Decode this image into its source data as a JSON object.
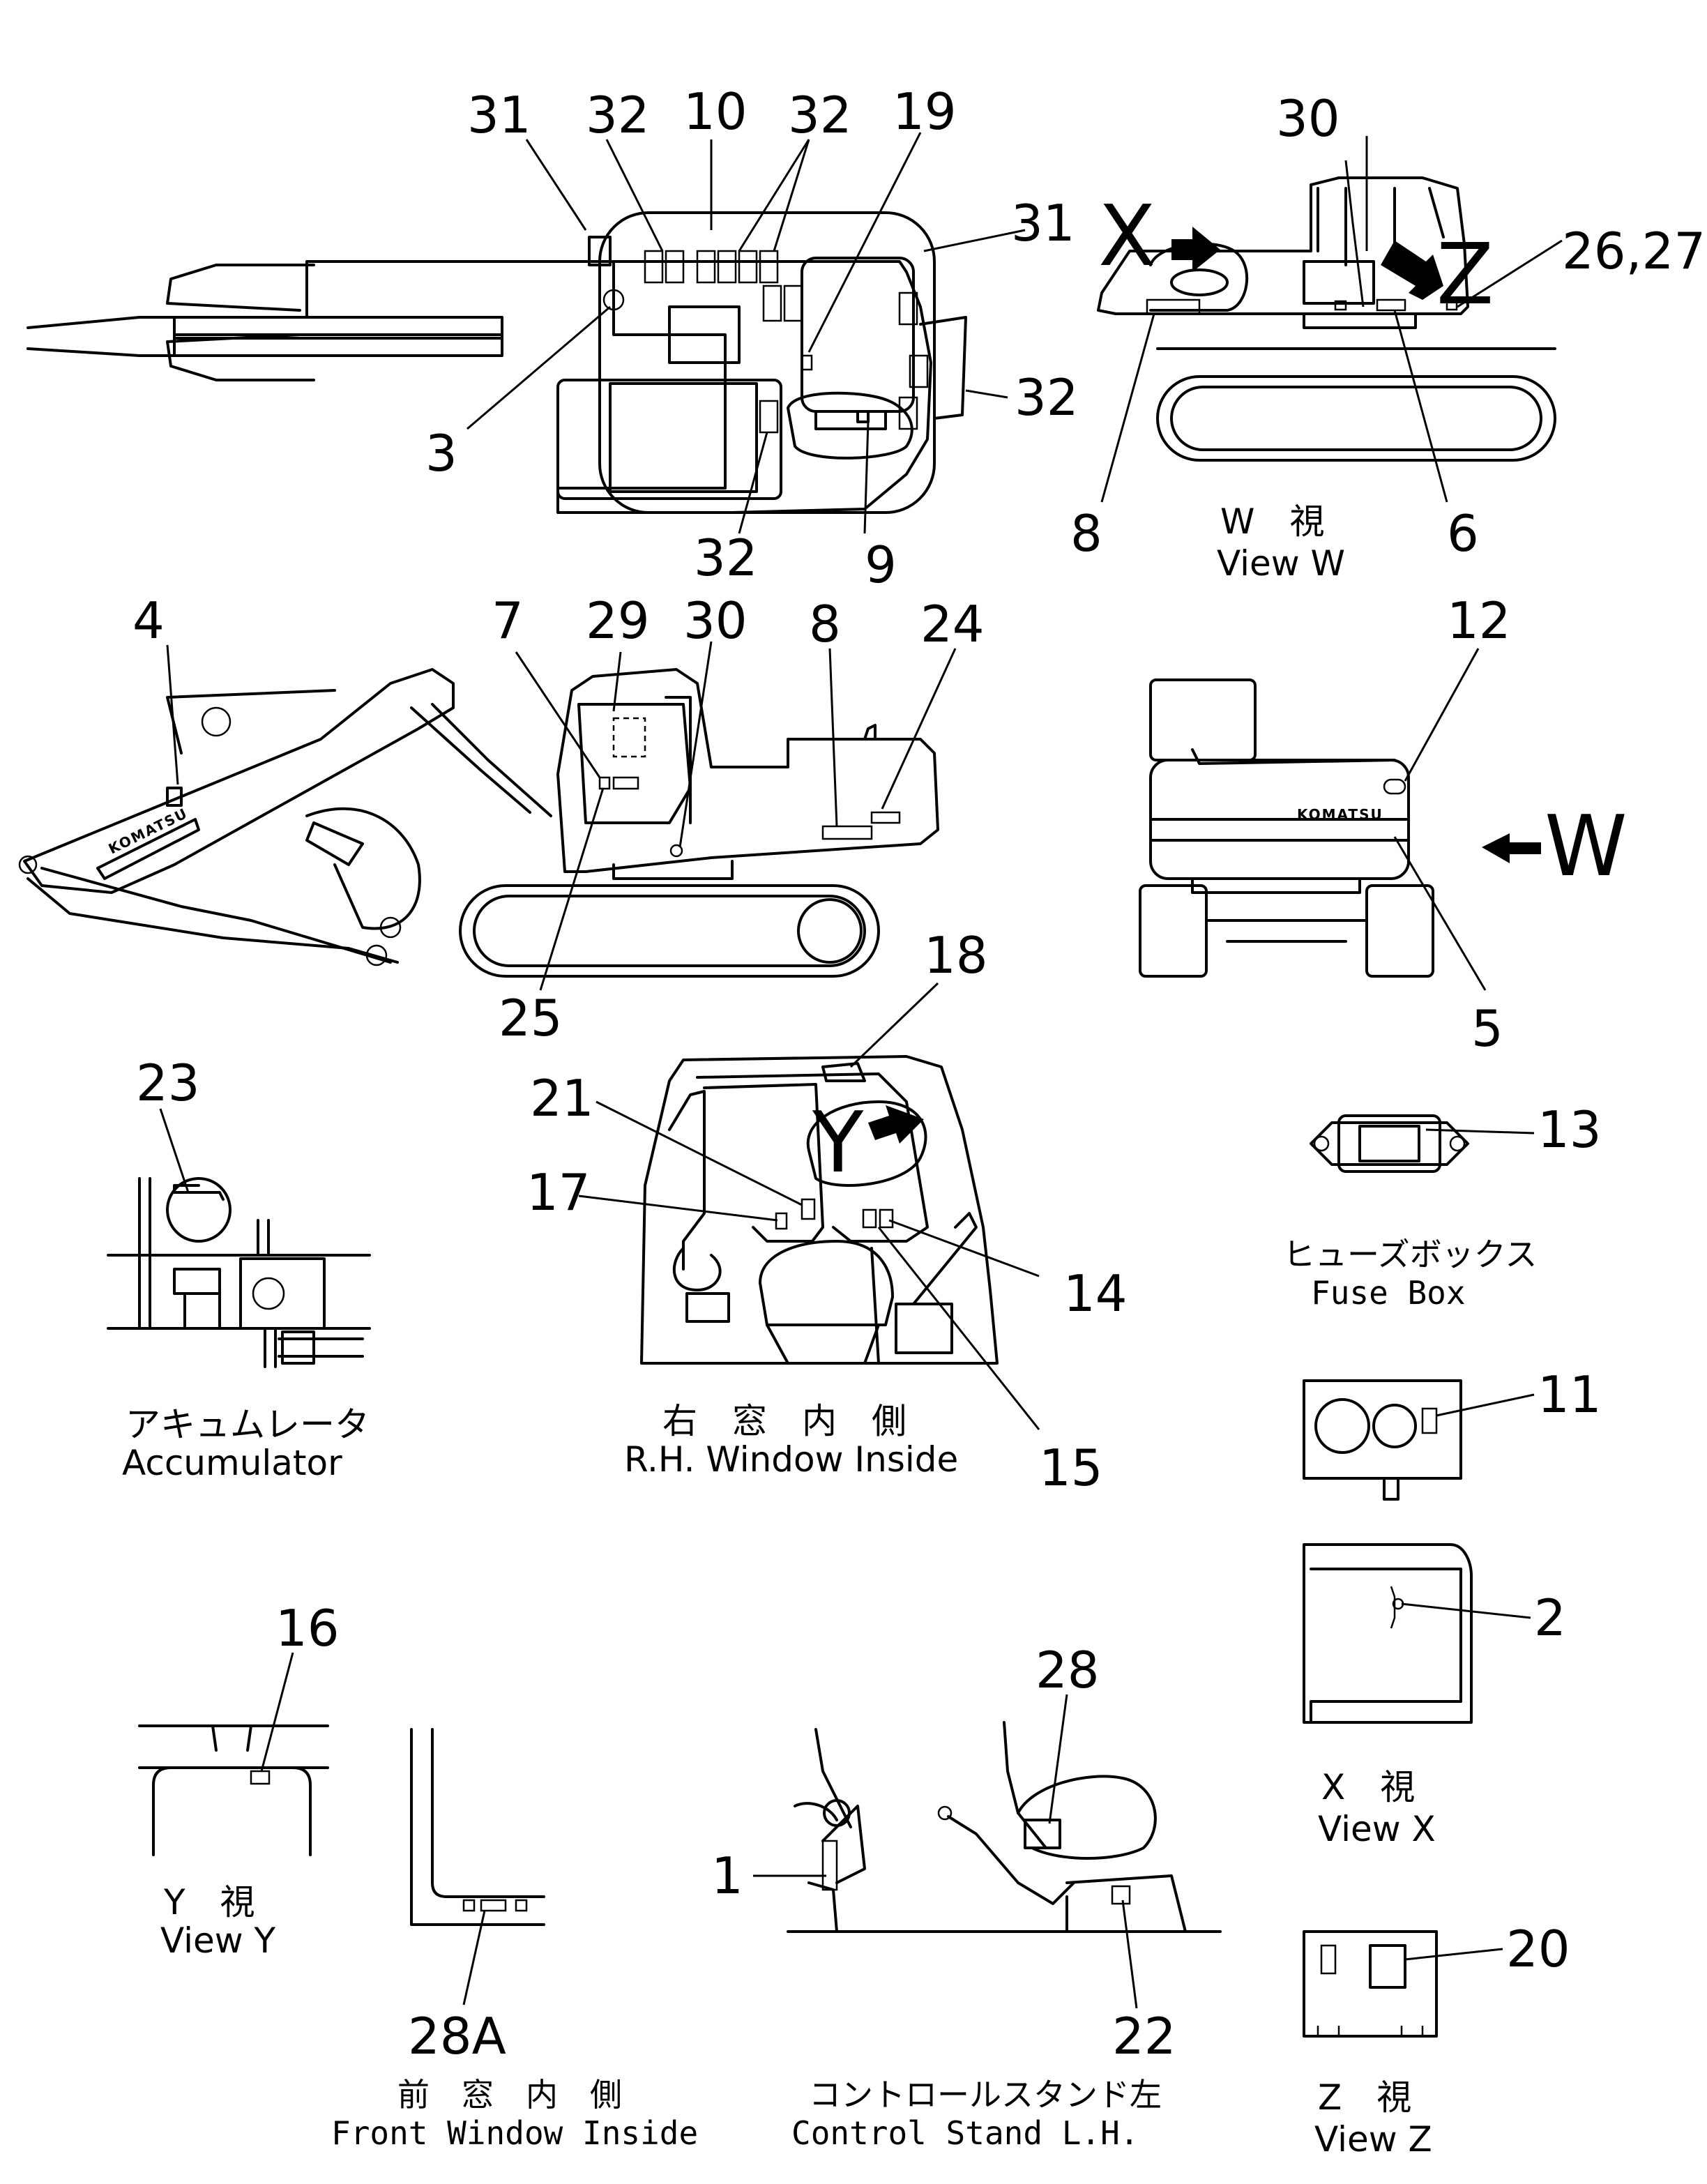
{
  "callouts": {
    "top": {
      "c31a": "31",
      "c32a": "32",
      "c10": "10",
      "c32b": "32",
      "c19": "19",
      "c31b": "31",
      "c32c": "32",
      "c3": "3",
      "c32d": "32",
      "c9": "9"
    },
    "vieww": {
      "c30": "30",
      "c2627": "26,27",
      "c8": "8",
      "c6": "6",
      "x": "X",
      "z": "Z"
    },
    "side": {
      "c4": "4",
      "c7": "7",
      "c29": "29",
      "c30": "30",
      "c8": "8",
      "c24": "24",
      "c25": "25"
    },
    "rear": {
      "c12": "12",
      "c5": "5",
      "w": "W"
    },
    "rh": {
      "c18": "18",
      "c21": "21",
      "c17": "17",
      "c14": "14",
      "c15": "15",
      "y": "Y"
    },
    "misc": {
      "c23": "23",
      "c13": "13",
      "c11": "11",
      "c2": "2",
      "c16": "16",
      "c28": "28",
      "c1": "1",
      "c22": "22",
      "c20": "20",
      "c28a": "28A"
    }
  },
  "captions": {
    "view_w_jp": "W　視",
    "view_w_en": "View W",
    "accum_jp": "アキュムレータ",
    "accum_en": "Accumulator",
    "rh_jp": "右　窓　内　側",
    "rh_en": "R.H. Window Inside",
    "fuse_jp": "ヒューズボックス",
    "fuse_en": "Fuse Box",
    "view_x_jp": "X　視",
    "view_x_en": "View X",
    "view_y_jp": "Y　視",
    "view_y_en": "View Y",
    "front_jp": "前　窓　内　側",
    "front_en": "Front Window Inside",
    "control_jp": "コントロールスタンド左",
    "control_en": "Control Stand L.H.",
    "view_z_jp": "Z　視",
    "view_z_en": "View Z"
  },
  "logo": "KOMATSU"
}
